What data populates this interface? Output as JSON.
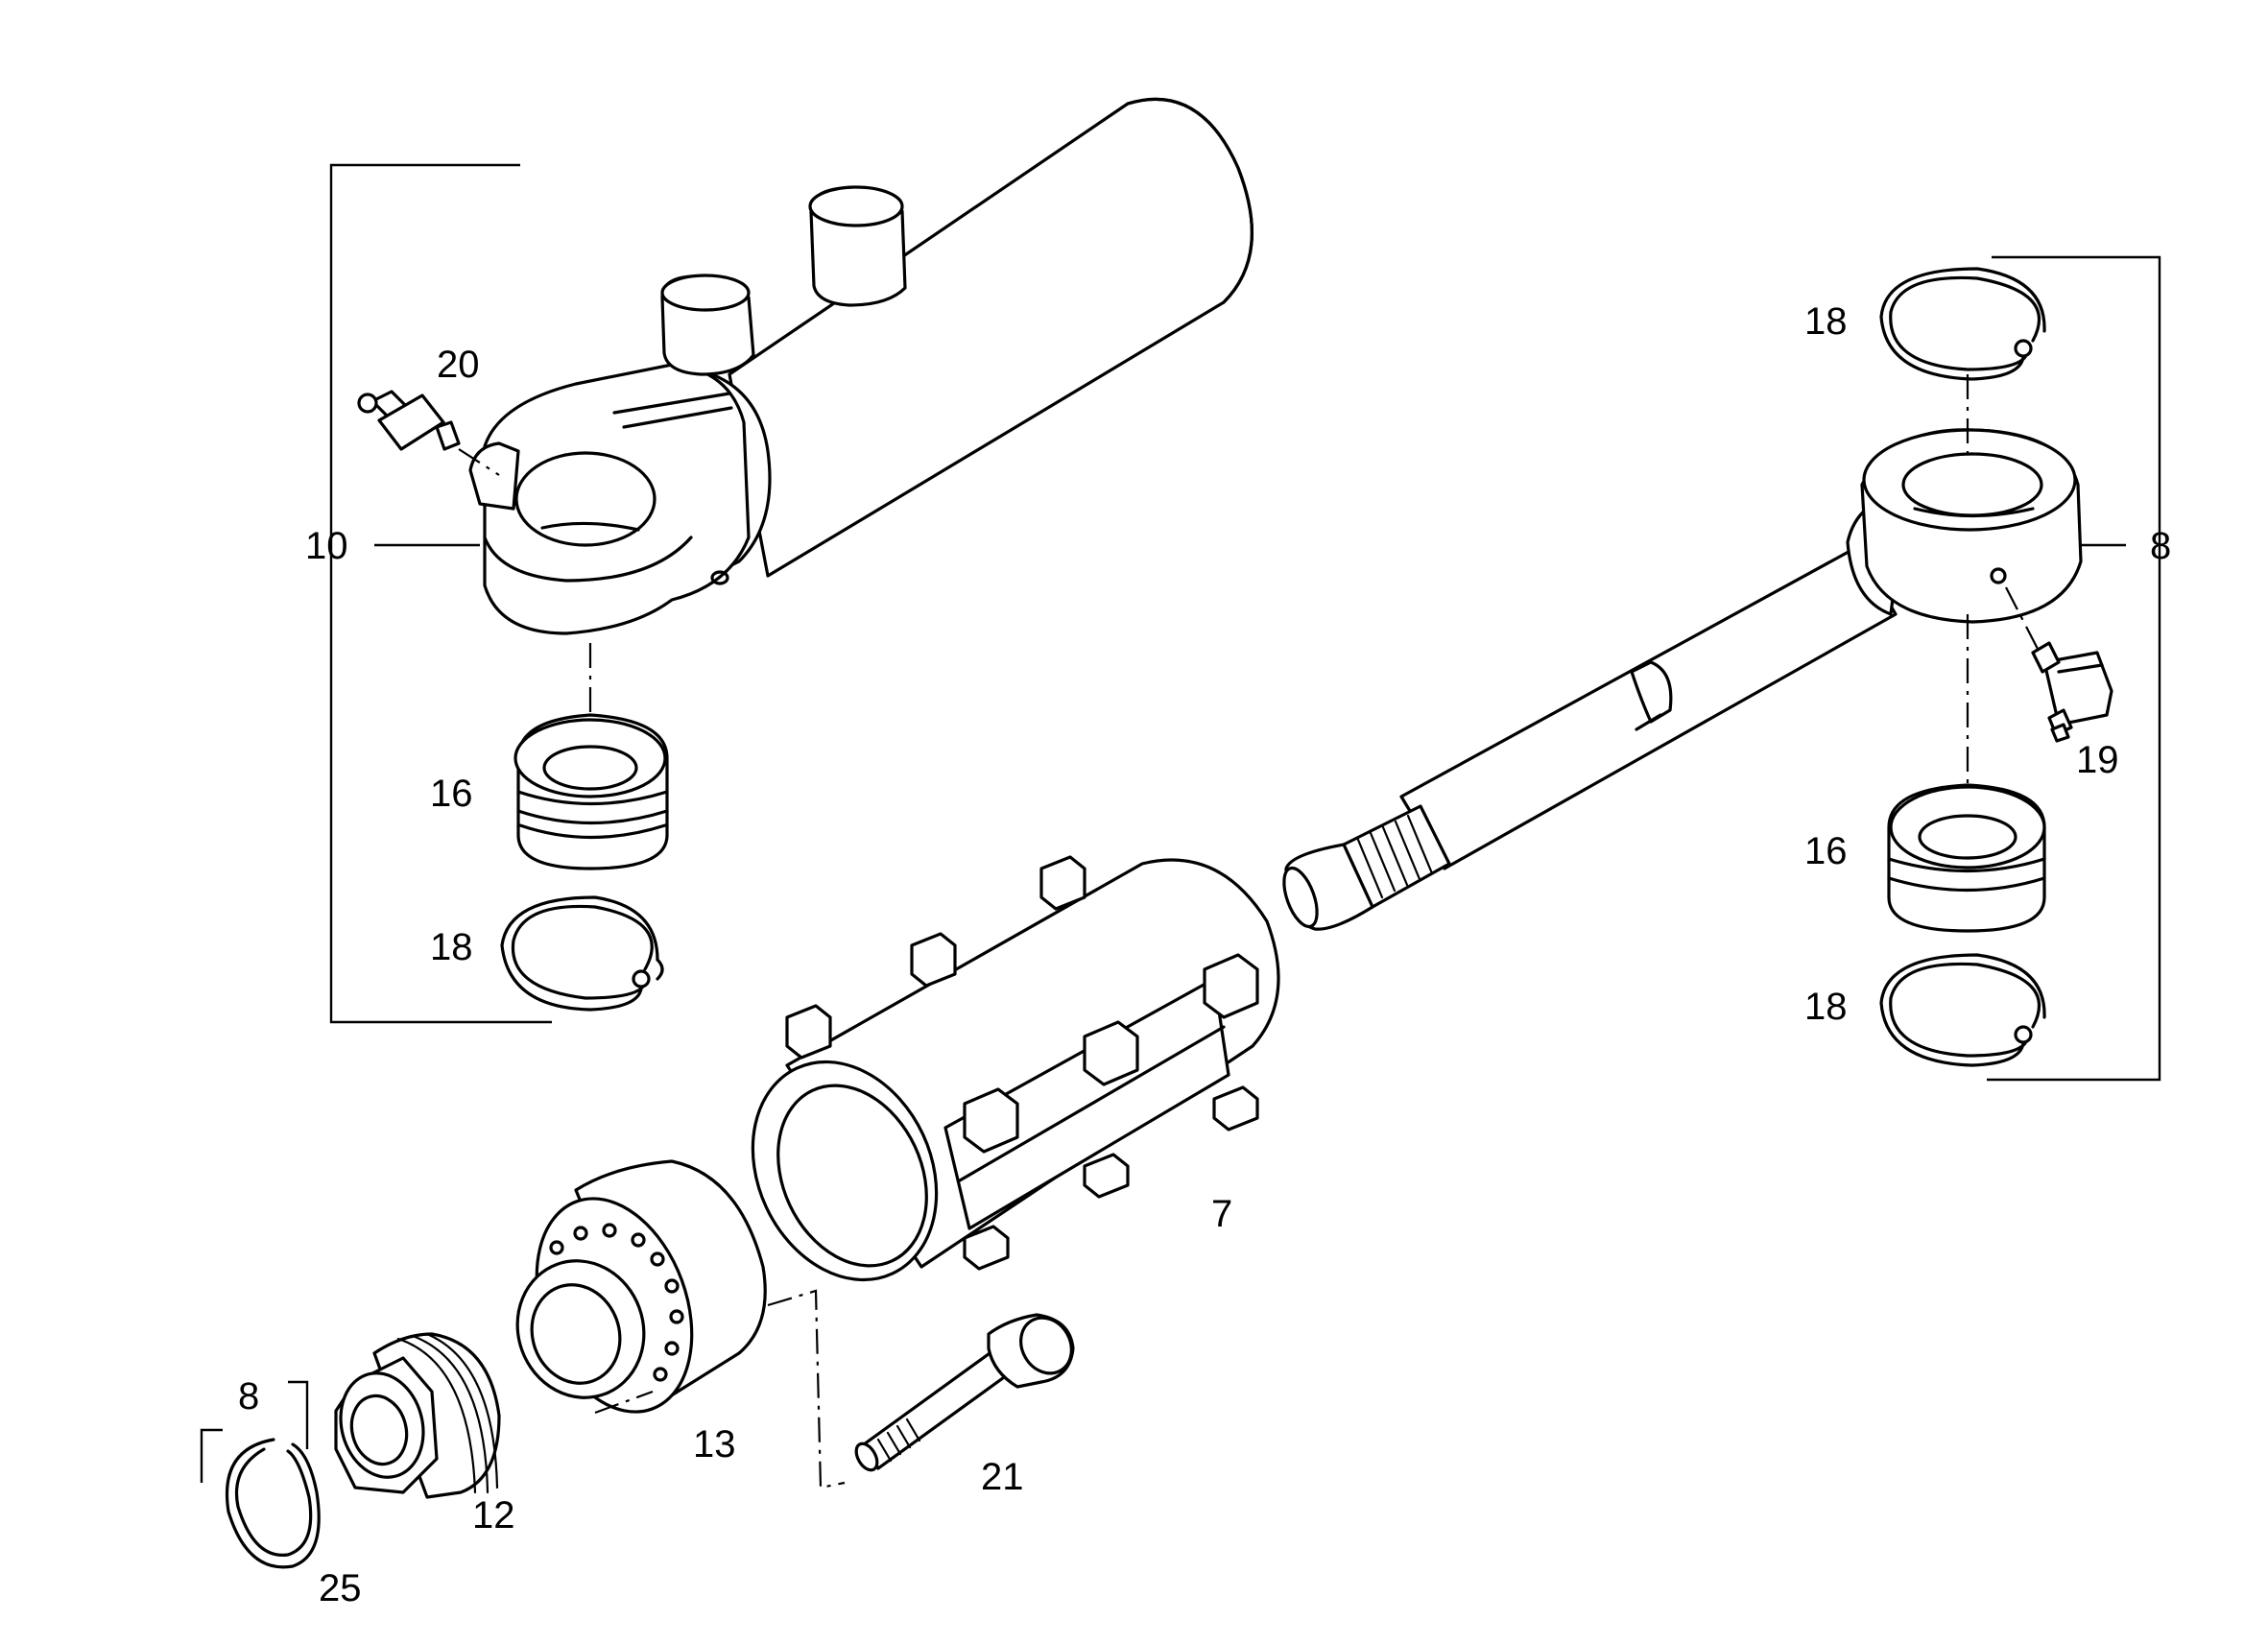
{
  "diagram": {
    "colors": {
      "line": "#000000",
      "background": "#ffffff"
    },
    "callouts": {
      "c7": "7",
      "c8_right": "8",
      "c8_small": "8",
      "c10": "10",
      "c12": "12",
      "c13": "13",
      "c16_left": "16",
      "c16_right": "16",
      "c18_left": "18",
      "c18_right_top": "18",
      "c18_right_bottom": "18",
      "c19": "19",
      "c20": "20",
      "c21": "21",
      "c25": "25"
    }
  }
}
